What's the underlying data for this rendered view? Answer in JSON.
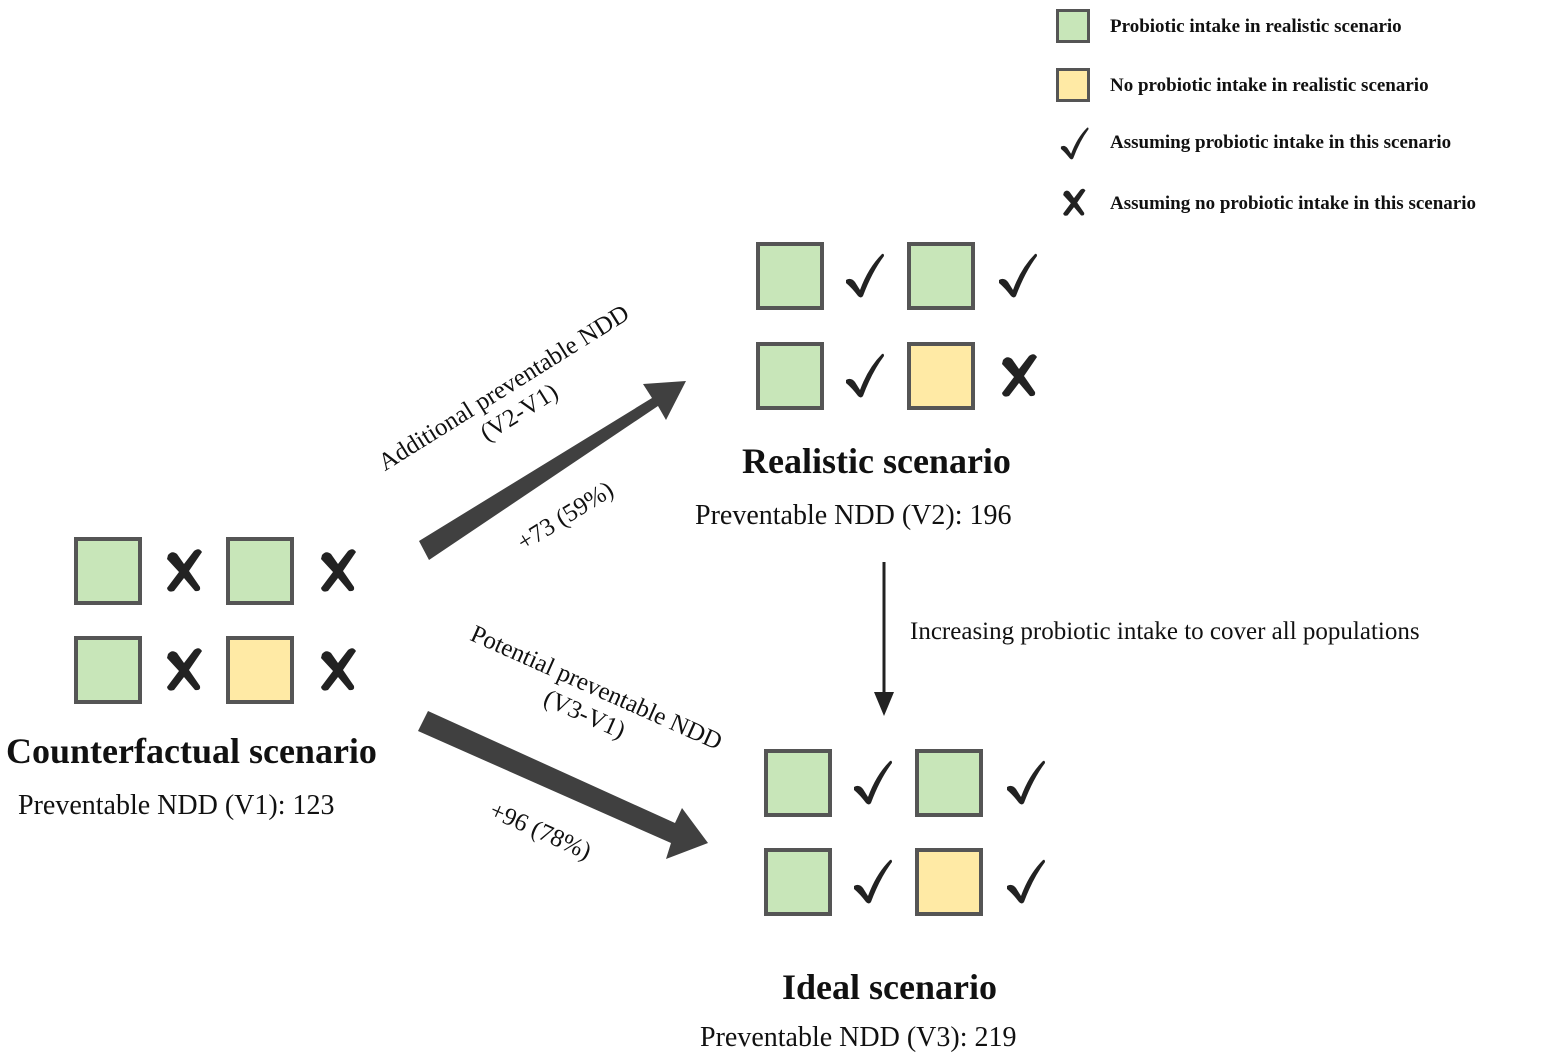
{
  "legend": {
    "items": [
      {
        "label": "Probiotic intake in realistic scenario",
        "icon": "green-square"
      },
      {
        "label": "No probiotic intake in realistic scenario",
        "icon": "yellow-square"
      },
      {
        "label": "Assuming probiotic intake in this scenario",
        "icon": "check-icon"
      },
      {
        "label": "Assuming no probiotic intake in this scenario",
        "icon": "cross-icon"
      }
    ]
  },
  "scenarios": {
    "counterfactual": {
      "title": "Counterfactual scenario",
      "value_label": "Preventable NDD (V1):   123"
    },
    "realistic": {
      "title": "Realistic scenario",
      "value_label": "Preventable NDD (V2):   196"
    },
    "ideal": {
      "title": "Ideal scenario",
      "value_label": "Preventable NDD (V3):   219"
    }
  },
  "arrows": {
    "additional": {
      "label": "Additional preventable NDD",
      "sub": "(V2-V1)",
      "change": "+73 (59%)"
    },
    "potential": {
      "label": "Potential preventable NDD",
      "sub": "(V3-V1)",
      "change": "+96 (78%)"
    },
    "increase": {
      "label": "Increasing probiotic intake to cover all populations"
    }
  },
  "colors": {
    "green": "#c8e6b9",
    "yellow": "#ffeaa5",
    "border": "#555555",
    "arrow": "#404040",
    "mark": "#222222"
  }
}
